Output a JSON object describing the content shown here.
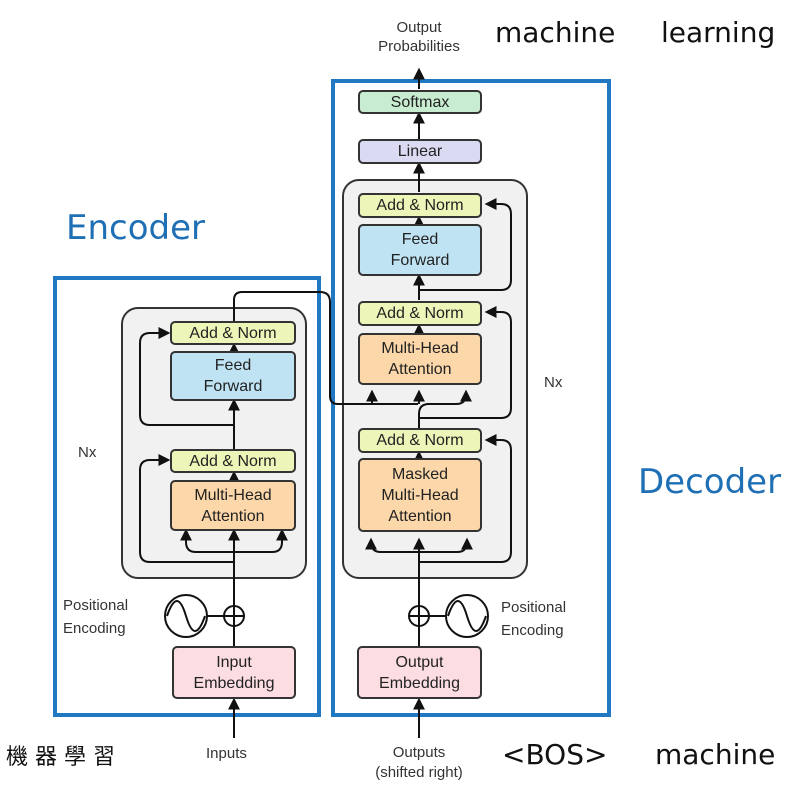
{
  "top": {
    "output_label": "Output\nProbabilities",
    "machine": "machine",
    "learning": "learning"
  },
  "section_labels": {
    "encoder": "Encoder",
    "decoder": "Decoder"
  },
  "encoder": {
    "add_norm_top": "Add & Norm",
    "feed_forward": "Feed\nForward",
    "add_norm_bottom": "Add & Norm",
    "multi_head": "Multi-Head\nAttention",
    "nx": "Nx",
    "positional_encoding": "Positional\nEncoding",
    "input_embedding": "Input\nEmbedding",
    "inputs": "Inputs"
  },
  "decoder": {
    "softmax": "Softmax",
    "linear": "Linear",
    "add_norm_1": "Add & Norm",
    "feed_forward": "Feed\nForward",
    "add_norm_2": "Add & Norm",
    "multi_head": "Multi-Head\nAttention",
    "add_norm_3": "Add & Norm",
    "masked": "Masked\nMulti-Head\nAttention",
    "nx": "Nx",
    "positional_encoding": "Positional\nEncoding",
    "output_embedding": "Output\nEmbedding",
    "outputs": "Outputs\n(shifted right)"
  },
  "bottom": {
    "chinese": "機 器 學 習",
    "bos": "<BOS>",
    "machine": "machine"
  },
  "colors": {
    "frame_blue": "#1f78c1",
    "add_norm": "#eef5b8",
    "feed_forward": "#bfe3f3",
    "attention": "#fbd7a9",
    "embedding": "#fbdde2",
    "softmax": "#c8ecd0",
    "linear": "#dadaf3",
    "stack_bg": "#f1f1f1"
  }
}
